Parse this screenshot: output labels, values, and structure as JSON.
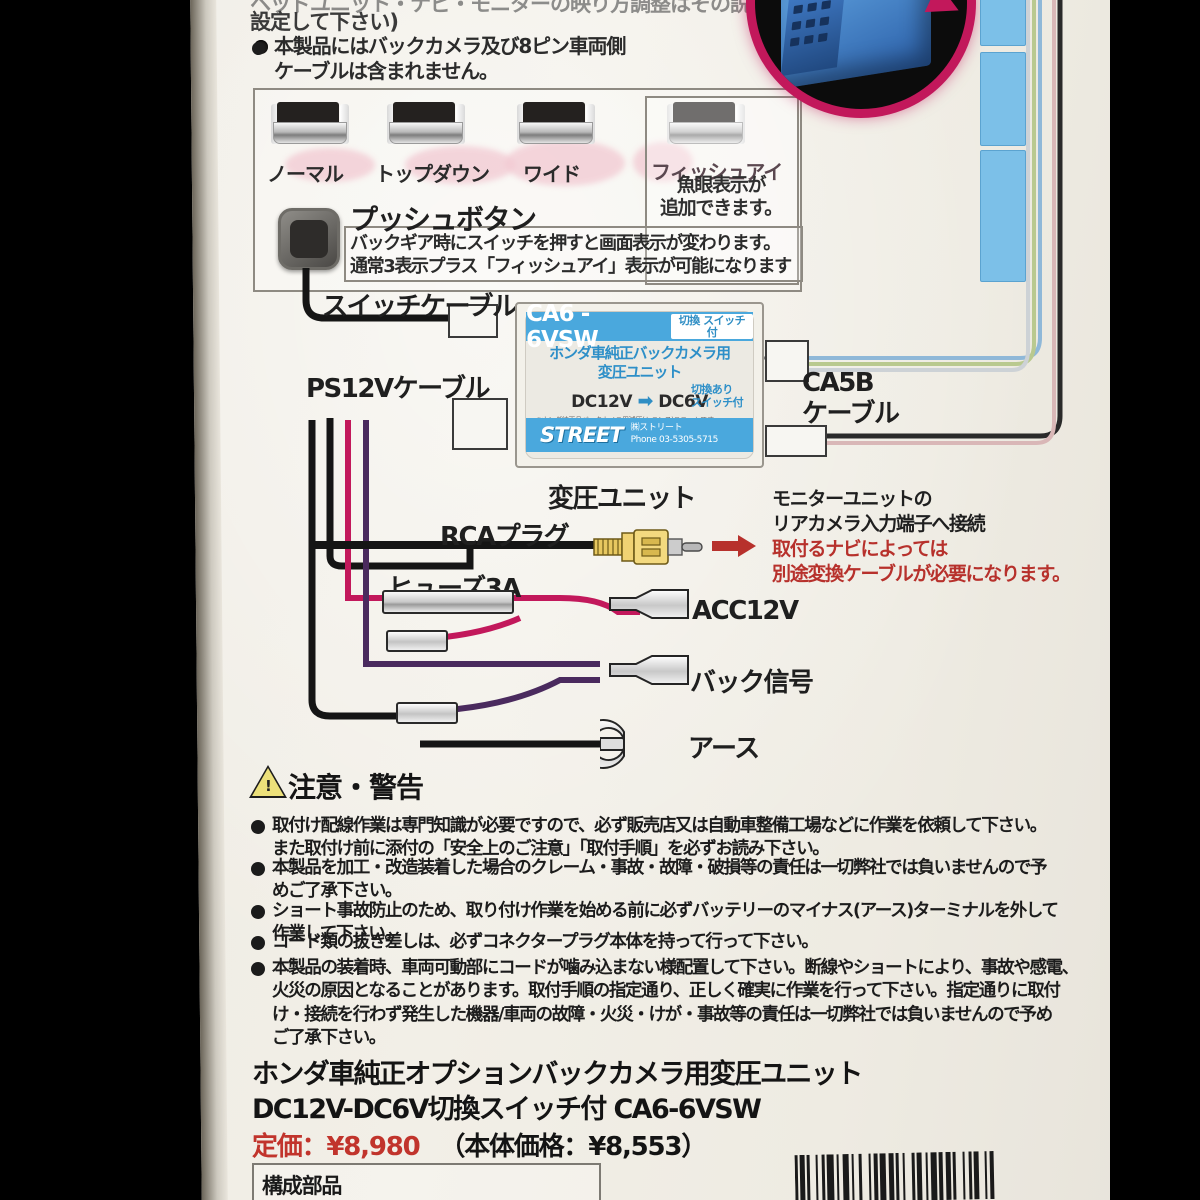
{
  "package": {
    "top_note_cut": "設定して下さい)",
    "bullet_note": "本製品にはバックカメラ及び8ピン車両側\nケーブルは含まれません。",
    "view_modes": [
      {
        "label": "ノーマル"
      },
      {
        "label": "トップダウン"
      },
      {
        "label": "ワイド"
      },
      {
        "label": "フィッシュアイ"
      }
    ],
    "fisheye_note": "魚眼表示が\n追加できます。",
    "push_button": {
      "title": "プッシュボタン",
      "description": "バックギア時にスイッチを押すと画面表示が変わります。\n通常3表示プラス「フィッシュアイ」表示が可能になります"
    },
    "cable_labels": {
      "switch_cable": "スイッチケーブル",
      "ps12v_cable": "PS12Vケーブル",
      "ca5b_cable": "CA5B\nケーブル",
      "transformer_unit": "変圧ユニット",
      "rca_plug": "RCAプラグ",
      "fuse": "ヒューズ3A",
      "acc12v": "ACC12V",
      "back_signal": "バック信号",
      "ground": "アース"
    },
    "unit_label": {
      "model": "CA6 - 6VSW",
      "badge": "切換\nスイッチ付",
      "subtitle": "ホンダ車純正バックカメラ用\n変圧ユニット",
      "voltage_in": "DC12V",
      "voltage_arrow": "➡",
      "voltage_out": "DC6V",
      "switch_note": "切換あり\nスイッチ付",
      "fine_print": "※ホンダ純正品バックカメラ用減圧(トランス)ユニットです\n※DC12VからDC6Vに減圧してカメラへ供給します",
      "brand": "STREET",
      "brand_company": "㈱ストリート\nPhone 03-5305-5715"
    },
    "monitor_note": {
      "line1": "モニターユニットの",
      "line2": "リアカメラ入力端子へ接続",
      "line3": "取付るナビによっては",
      "line4": "別途変換ケーブルが必要になります。"
    },
    "caution": {
      "title": "注意・警告",
      "items": [
        "取付け配線作業は専門知識が必要ですので、必ず販売店又は自動車整備工場などに作業を依頼して下さい。\nまた取付け前に添付の「安全上のご注意」「取付手順」を必ずお読み下さい。",
        "本製品を加工・改造装着した場合のクレーム・事故・故障・破損等の責任は一切弊社では負いませんので予\nめご了承下さい。",
        "ショート事故防止のため、取り付け作業を始める前に必ずバッテリーのマイナス(アース)ターミナルを外して\n作業して下さい。",
        "コード類の抜き差しは、必ずコネクタープラグ本体を持って行って下さい。",
        "本製品の装着時、車両可動部にコードが噛み込まない様配置して下さい。断線やショートにより、事故や感電、\n火災の原因となることがあります。取付手順の指定通り、正しく確実に作業を行って下さい。指定通りに取付\nけ・接続を行わず発生した機器/車両の故障・火災・けが・事故等の責任は一切弊社では負いませんので予め\nご了承下さい。"
      ]
    },
    "product": {
      "name_line1": "ホンダ車純正オプションバックカメラ用変圧ユニット",
      "name_line2": "DC12V-DC6V切換スイッチ付 CA6-6VSW",
      "price_label": "定価：¥8,980",
      "price_net": "（本体価格：¥8,553）",
      "components_label": "構成部品"
    },
    "colors": {
      "unit_blue": "#4aa8dd",
      "price_red": "#c1342c",
      "note_red": "#b7312c",
      "magenta_wire": "#c2185b",
      "purple_wire": "#4a2a5e",
      "card_bg": "#efece4",
      "zoom_ring": "#c2185b"
    }
  }
}
